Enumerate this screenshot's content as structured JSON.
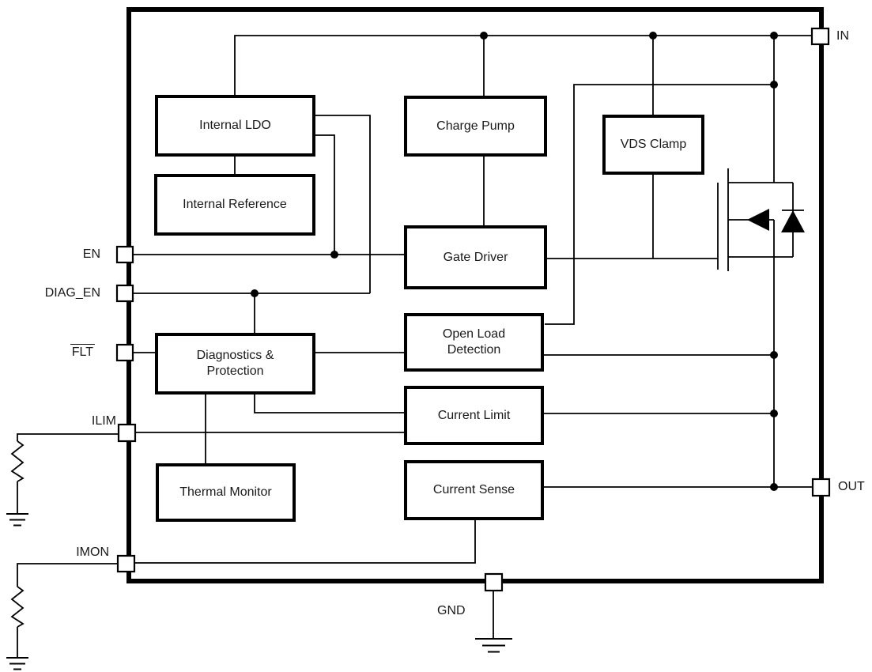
{
  "diagram_type": "ic-functional-block-diagram",
  "colors": {
    "line": "#000000",
    "background": "#ffffff",
    "text": "#1a1a1a"
  },
  "blocks": {
    "internal_ldo": "Internal LDO",
    "internal_reference": "Internal Reference",
    "charge_pump": "Charge Pump",
    "vds_clamp": "VDS Clamp",
    "gate_driver": "Gate Driver",
    "open_load_detection": "Open Load Detection",
    "diagnostics_protection": "Diagnostics & Protection",
    "current_limit": "Current Limit",
    "thermal_monitor": "Thermal Monitor",
    "current_sense": "Current Sense"
  },
  "pins": {
    "en": "EN",
    "diag_en": "DIAG_EN",
    "flt": "FLT",
    "ilim": "ILIM",
    "imon": "IMON",
    "in": "IN",
    "out": "OUT",
    "gnd": "GND"
  },
  "symbols": [
    "nmos-power-fet-icon",
    "body-diode-icon",
    "resistor-icon",
    "ground-icon",
    "junction-dot-icon",
    "pin-square-icon"
  ]
}
